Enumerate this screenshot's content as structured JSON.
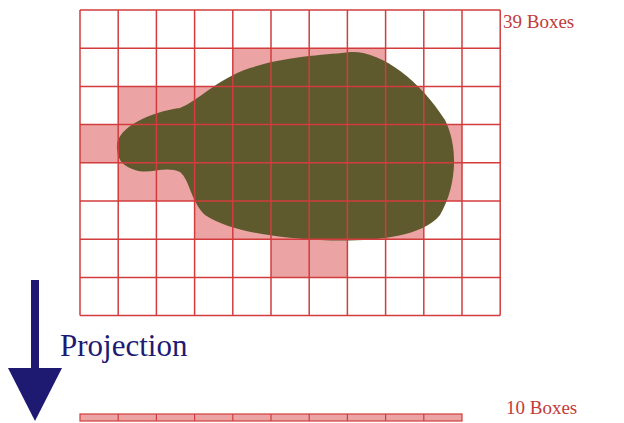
{
  "diagram": {
    "labels": [
      "39 Boxes",
      "Projection",
      "10 Boxes"
    ]
  }
}
